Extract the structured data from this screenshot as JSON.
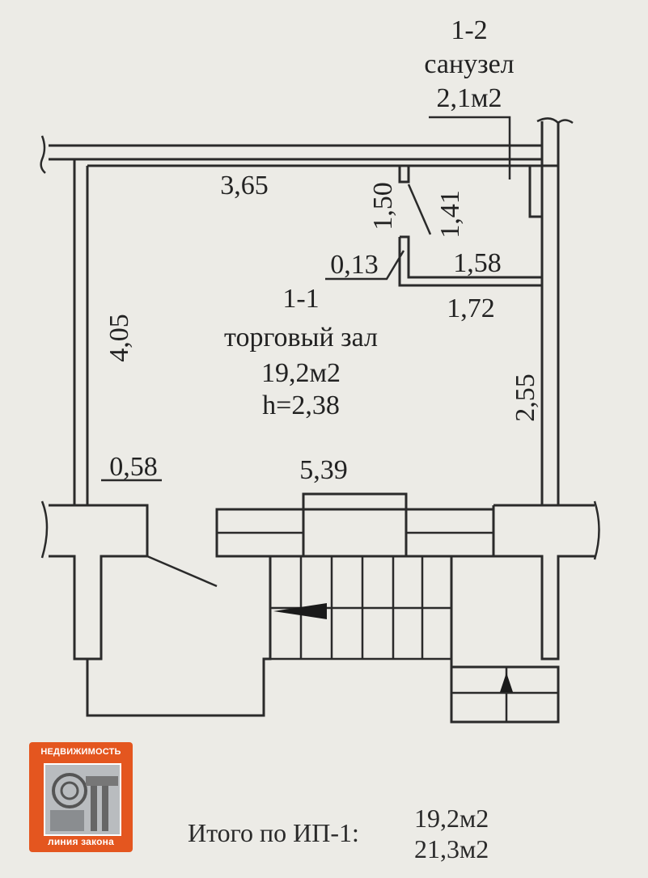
{
  "rooms": {
    "bathroom": {
      "id": "1-2",
      "name": "санузел",
      "area": "2,1м2"
    },
    "hall": {
      "id": "1-1",
      "name": "торговый зал",
      "area": "19,2м2",
      "height": "h=2,38"
    }
  },
  "dimensions": {
    "top_wall": "3,65",
    "left_wall": "4,05",
    "right_wall": "2,55",
    "bath_height_left": "1,50",
    "bath_height_right": "1,41",
    "partition": "0,13",
    "bath_width_inner": "1,58",
    "bath_width_outer": "1,72",
    "front_width": "5,39",
    "pier": "0,58"
  },
  "logo": {
    "top_text": "НЕДВИЖИМОСТЬ",
    "bottom_text": "линия закона"
  },
  "totals": {
    "label": "Итого по ИП-1:",
    "value1": "19,2м2",
    "value2": "21,3м2"
  }
}
